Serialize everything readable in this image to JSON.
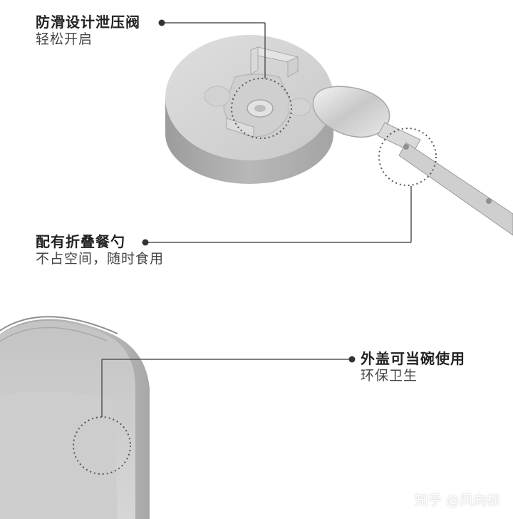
{
  "features": [
    {
      "title": "防滑设计泄压阀",
      "subtitle": "轻松开启"
    },
    {
      "title": "配有折叠餐勺",
      "subtitle": "不占空间，随时食用"
    },
    {
      "title": "外盖可当碗使用",
      "subtitle": "环保卫生"
    }
  ],
  "watermark": "知乎 @风向标",
  "colors": {
    "product_gray": "#b5b5b5",
    "leader_line": "#555555",
    "text": "#222222"
  }
}
